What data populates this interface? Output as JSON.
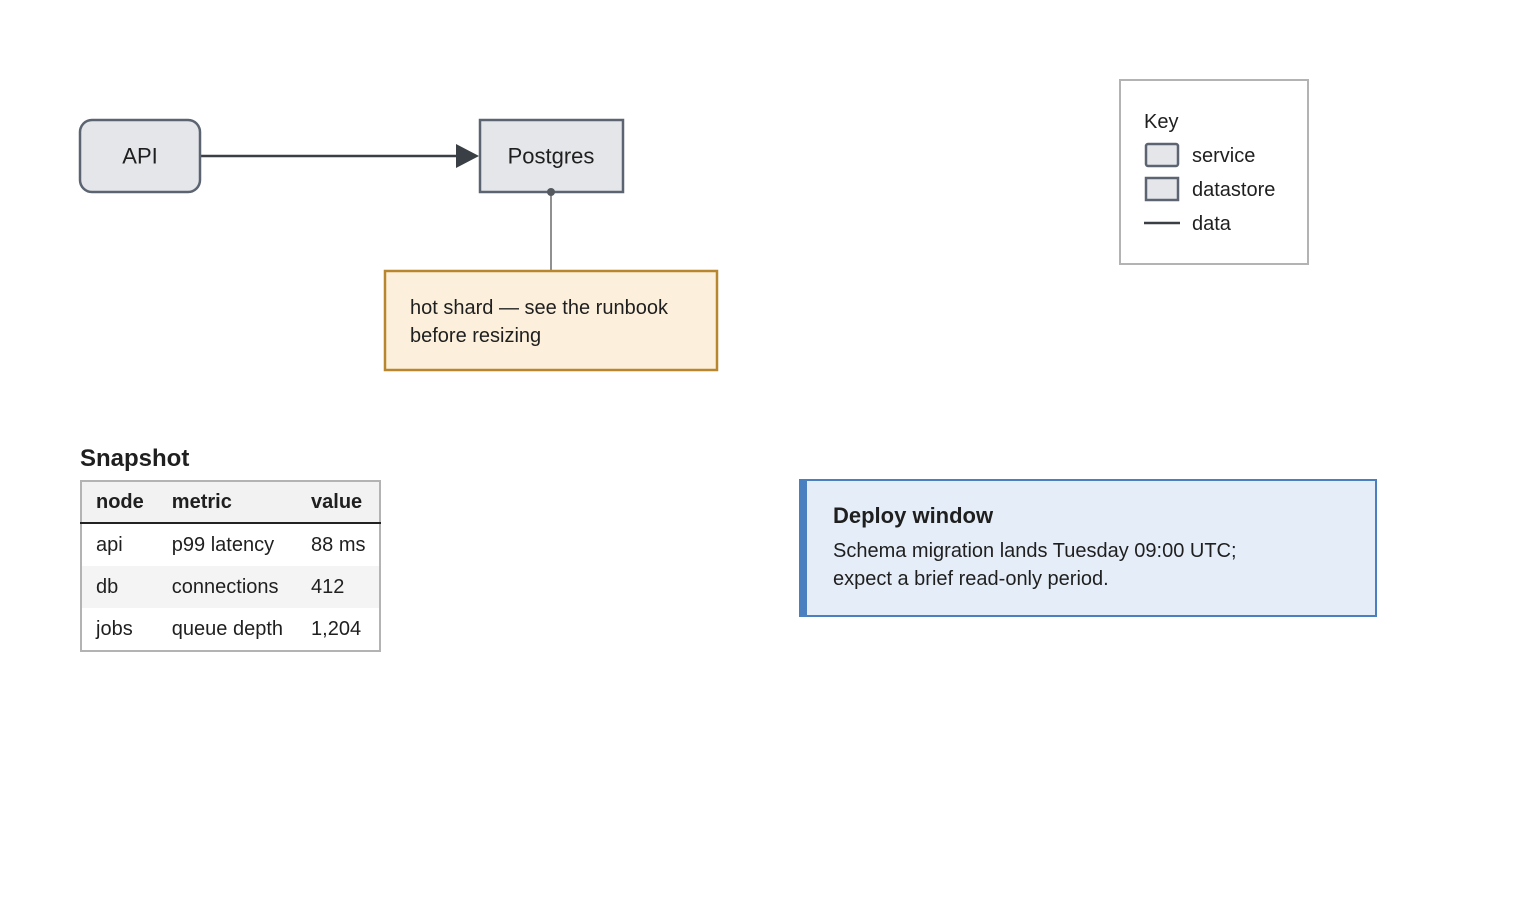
{
  "diagram": {
    "nodes": {
      "api": {
        "label": "API",
        "kind": "service"
      },
      "postgres": {
        "label": "Postgres",
        "kind": "datastore"
      }
    },
    "edges": [
      {
        "from": "api",
        "to": "postgres",
        "kind": "data"
      }
    ],
    "note": {
      "attached_to": "postgres",
      "line1": "hot shard — see the runbook",
      "line2": "before resizing"
    },
    "legend": {
      "title": "Key",
      "items": [
        {
          "label": "service",
          "symbol": "rounded-box"
        },
        {
          "label": "datastore",
          "symbol": "box"
        },
        {
          "label": "data",
          "symbol": "line"
        }
      ]
    },
    "colors": {
      "node_fill": "#e4e6ea",
      "node_stroke": "#5b6470",
      "edge": "#3a3f45",
      "note_fill": "#fcf0dc",
      "note_stroke": "#b8862e",
      "callout_fill": "#e5eef8",
      "callout_accent": "#4a7fc0"
    }
  },
  "snapshot": {
    "title": "Snapshot",
    "columns": [
      "node",
      "metric",
      "value"
    ],
    "rows": [
      {
        "node": "api",
        "metric": "p99 latency",
        "value": "88 ms"
      },
      {
        "node": "db",
        "metric": "connections",
        "value": "412"
      },
      {
        "node": "jobs",
        "metric": "queue depth",
        "value": "1,204"
      }
    ]
  },
  "callout": {
    "title": "Deploy window",
    "line1": "Schema migration lands Tuesday 09:00 UTC;",
    "line2": "expect a brief read-only period."
  }
}
